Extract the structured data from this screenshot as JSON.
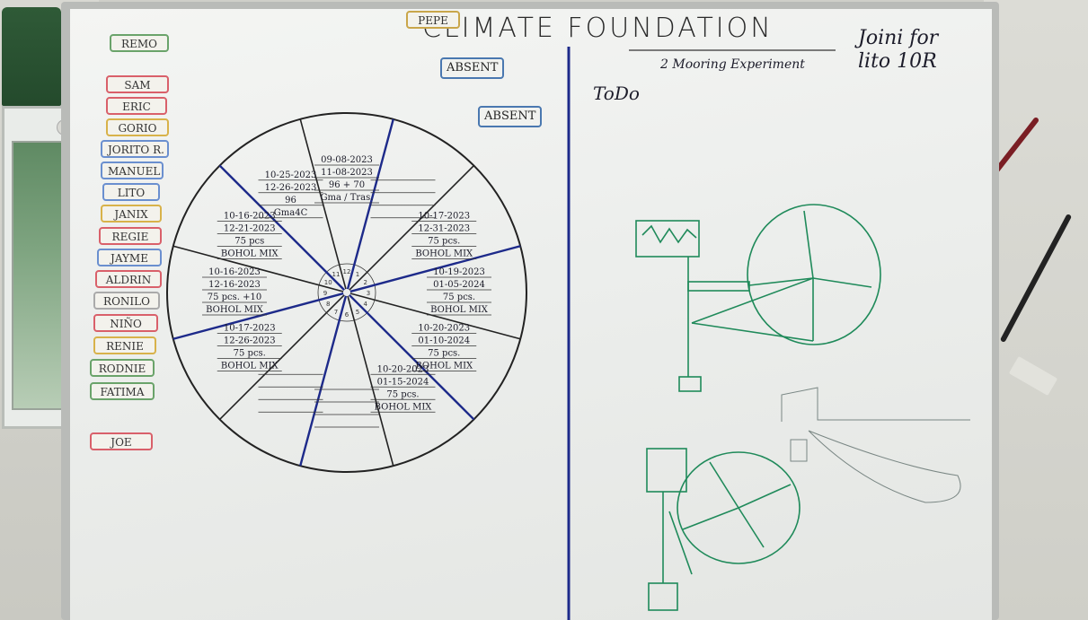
{
  "board": {
    "title": "CLIMATE FOUNDATION",
    "subtitle": "2 Mooring Experiment",
    "todo": "ToDo",
    "note_line1": "Joini for",
    "note_line2": "lito 10R",
    "absent_labels": [
      "ABSENT",
      "ABSENT"
    ]
  },
  "name_tags": [
    {
      "name": "PEPE",
      "color": "#c9a64a"
    },
    {
      "name": "REMO",
      "color": "#6aa36a"
    },
    {
      "name": "SAM",
      "color": "#d9606a"
    },
    {
      "name": "ERIC",
      "color": "#d9606a"
    },
    {
      "name": "GORIO",
      "color": "#d8b24a"
    },
    {
      "name": "JORITO R.",
      "color": "#6a8fcf"
    },
    {
      "name": "MANUEL",
      "color": "#6a8fcf"
    },
    {
      "name": "LITO",
      "color": "#6a8fcf"
    },
    {
      "name": "JANIX",
      "color": "#d8b24a"
    },
    {
      "name": "REGIE",
      "color": "#d9606a"
    },
    {
      "name": "JAYME",
      "color": "#6a8fcf"
    },
    {
      "name": "ALDRIN",
      "color": "#d9606a"
    },
    {
      "name": "RONILO",
      "color": "#aaaaaa"
    },
    {
      "name": "NIÑO",
      "color": "#d9606a"
    },
    {
      "name": "RENIE",
      "color": "#d8b24a"
    },
    {
      "name": "RODNIE",
      "color": "#6aa36a"
    },
    {
      "name": "FATIMA",
      "color": "#6aa36a"
    },
    {
      "name": "JOE",
      "color": "#d9606a"
    }
  ],
  "wheel": {
    "slices": [
      {
        "lines": [
          "09-08-2023",
          "11-08-2023",
          "96 + 70",
          "Gma / Tras."
        ]
      },
      {
        "lines": [
          "",
          "",
          "",
          ""
        ]
      },
      {
        "lines": [
          "10-17-2023",
          "12-31-2023",
          "75 pcs.",
          "BOHOL MIX"
        ]
      },
      {
        "lines": [
          "10-19-2023",
          "01-05-2024",
          "75 pcs.",
          "BOHOL MIX"
        ]
      },
      {
        "lines": [
          "10-20-2023",
          "01-10-2024",
          "75 pcs.",
          "BOHOL MIX"
        ]
      },
      {
        "lines": [
          "10-20-2023",
          "01-15-2024",
          "75 pcs.",
          "BOHOL MIX"
        ]
      },
      {
        "lines": [
          "",
          "",
          "",
          ""
        ]
      },
      {
        "lines": [
          "",
          "",
          "",
          ""
        ]
      },
      {
        "lines": [
          "10-17-2023",
          "12-26-2023",
          "75 pcs.",
          "BOHOL MIX"
        ]
      },
      {
        "lines": [
          "10-16-2023",
          "12-16-2023",
          "75 pcs. +10",
          "BOHOL MIX"
        ]
      },
      {
        "lines": [
          "10-16-2023",
          "12-21-2023",
          "75 pcs",
          "BOHOL MIX"
        ]
      },
      {
        "lines": [
          "10-25-2023",
          "12-26-2023",
          "96",
          "Gma4C"
        ]
      }
    ],
    "hour_labels": [
      "12",
      "1",
      "2",
      "3",
      "4",
      "5",
      "6",
      "7",
      "8",
      "9",
      "10",
      "11"
    ]
  }
}
